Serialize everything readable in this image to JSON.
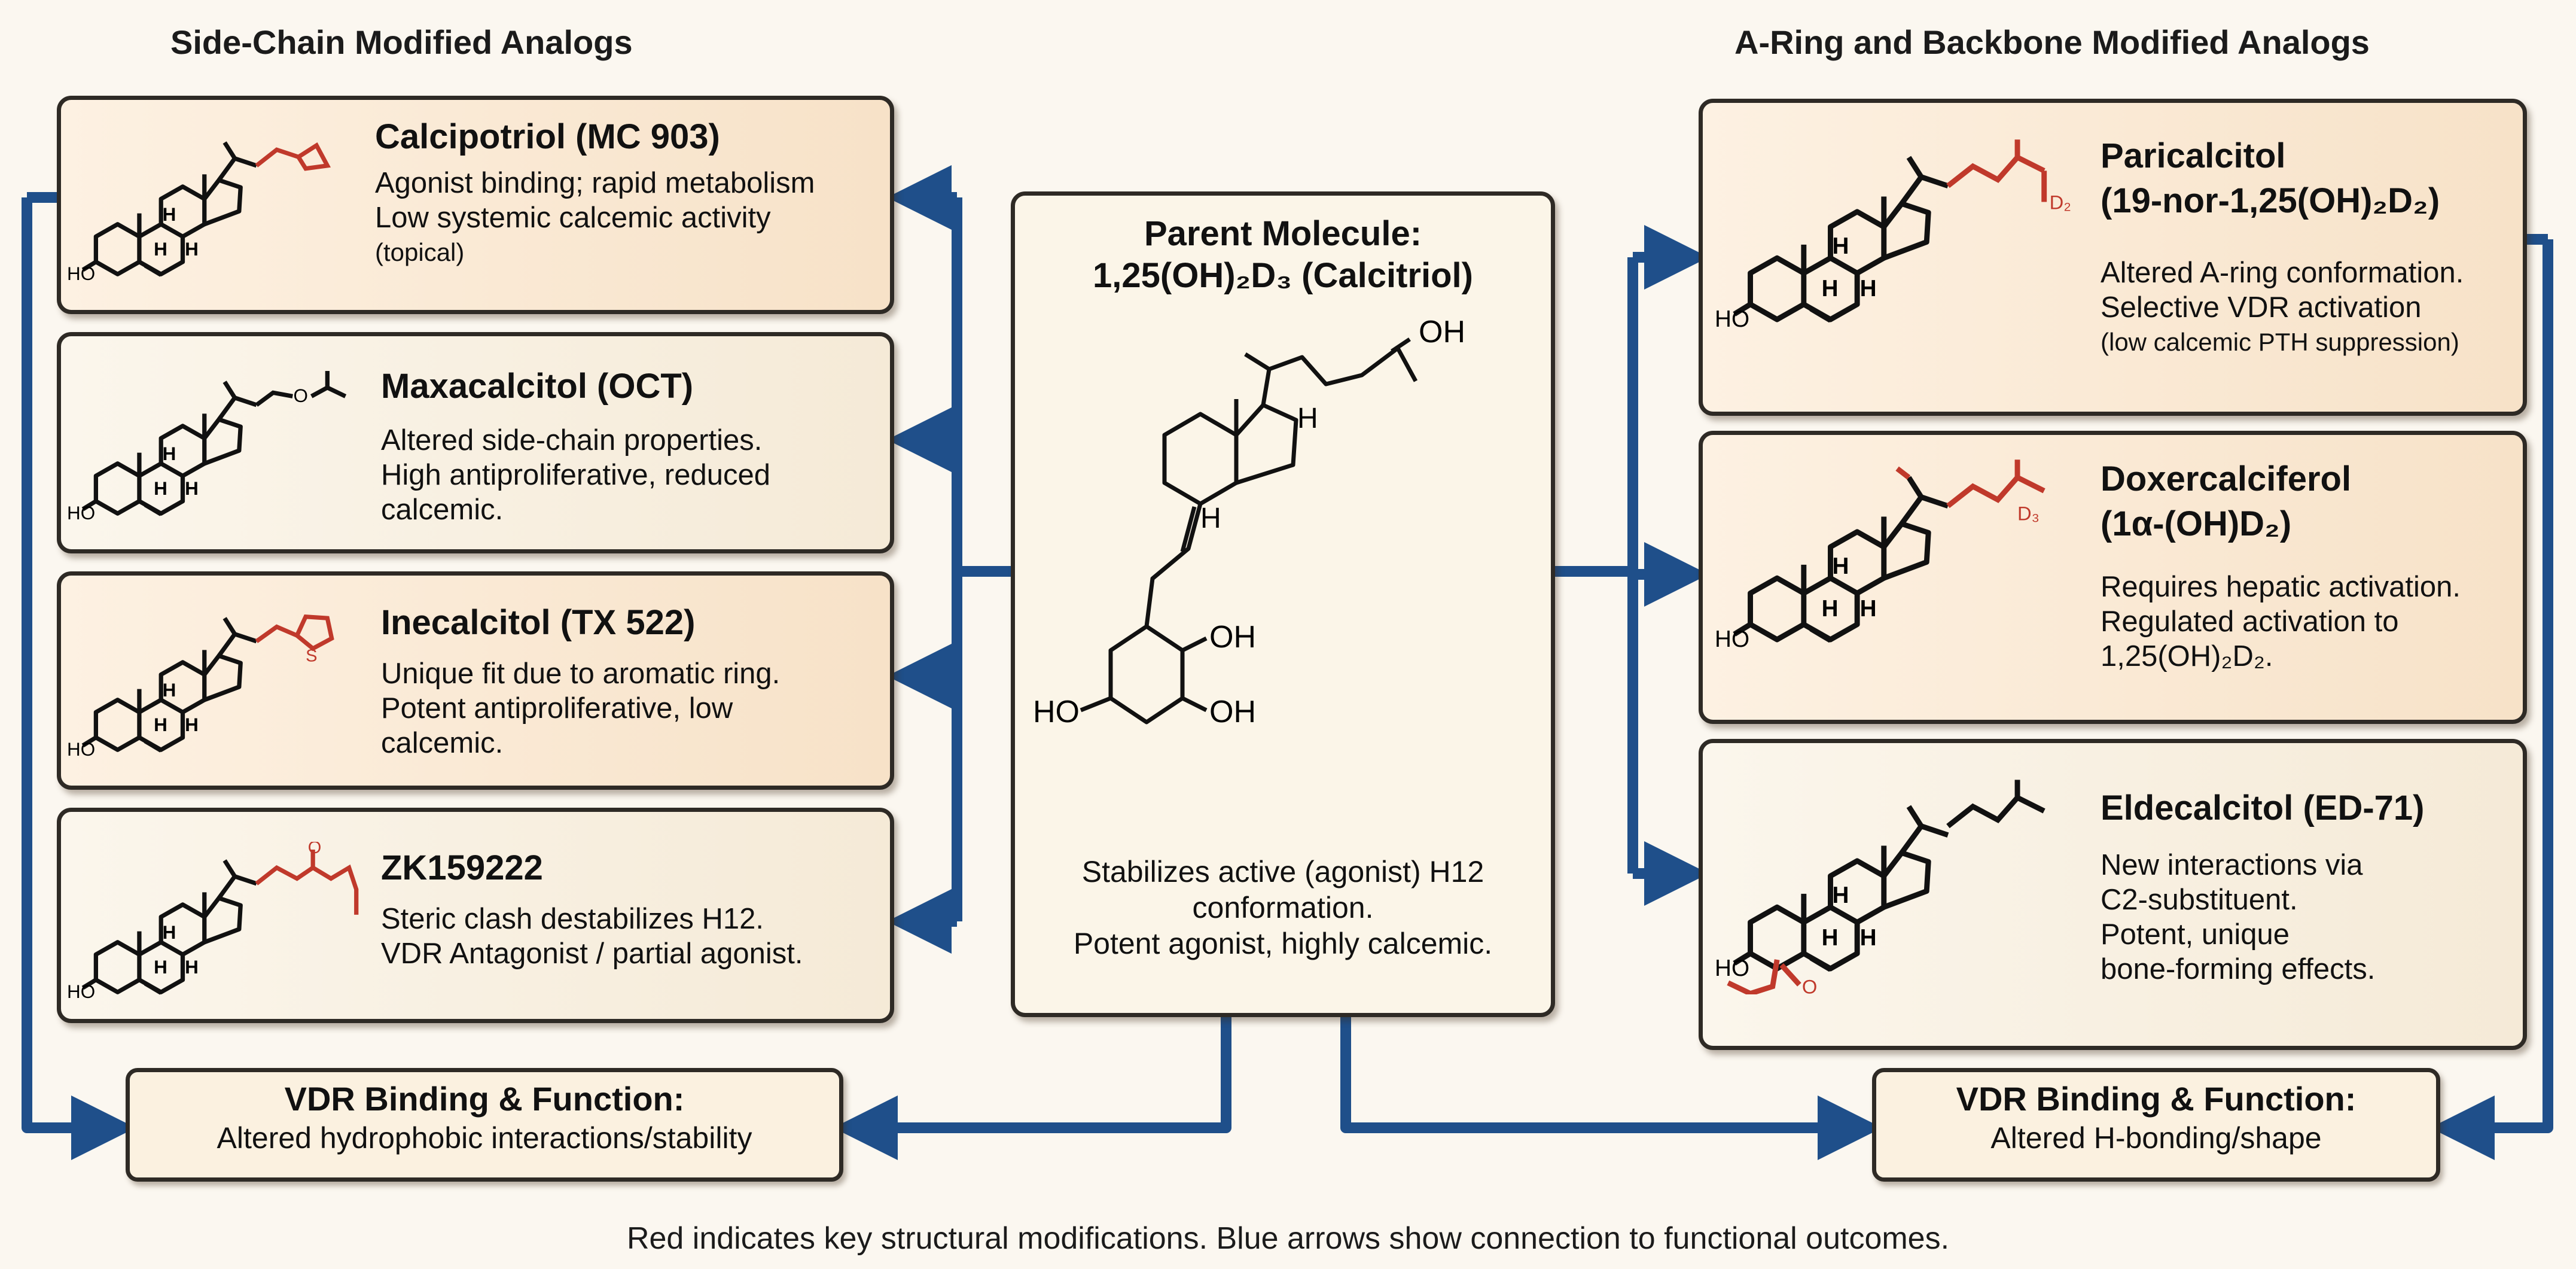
{
  "headings": {
    "left": "Side-Chain Modified Analogs",
    "right": "A-Ring and Backbone Modified Analogs"
  },
  "parent": {
    "title_line1": "Parent Molecule:",
    "title_line2": "1,25(OH)₂D₃ (Calcitriol)",
    "desc_lines": [
      "Stabilizes active (agonist) H12",
      "conformation.",
      "Potent agonist, highly calcemic."
    ]
  },
  "left_analogs": [
    {
      "name": "Calcipotriol (MC 903)",
      "desc_lines": [
        "Agonist binding; rapid metabolism",
        "Low systemic calcemic activity",
        "(topical)"
      ]
    },
    {
      "name": "Maxacalcitol (OCT)",
      "desc_lines": [
        "Altered side-chain properties.",
        "High antiproliferative, reduced",
        "calcemic."
      ]
    },
    {
      "name": "Inecalcitol (TX 522)",
      "desc_lines": [
        "Unique fit due to aromatic ring.",
        "Potent antiproliferative, low",
        "calcemic."
      ]
    },
    {
      "name": "ZK159222",
      "desc_lines": [
        "Steric clash destabilizes H12.",
        "VDR Antagonist / partial agonist."
      ]
    }
  ],
  "right_analogs": [
    {
      "name_line1": "Paricalcitol",
      "name_line2": "(19-nor-1,25(OH)₂D₂)",
      "desc_lines": [
        "Altered A-ring conformation.",
        "Selective VDR activation",
        "(low calcemic PTH suppression)"
      ]
    },
    {
      "name_line1": "Doxercalciferol",
      "name_line2": "(1α-(OH)D₂)",
      "desc_lines": [
        "Requires hepatic activation.",
        "Regulated activation to",
        "1,25(OH)₂D₂."
      ]
    },
    {
      "name_line1": "Eldecalcitol (ED-71)",
      "name_line2": "",
      "desc_lines": [
        "New interactions via",
        "C2-substituent.",
        "Potent, unique",
        "bone-forming effects."
      ]
    }
  ],
  "outcomes": {
    "left": {
      "title": "VDR Binding & Function:",
      "subtitle": "Altered hydrophobic interactions/stability"
    },
    "right": {
      "title": "VDR Binding & Function:",
      "subtitle": "Altered H-bonding/shape"
    }
  },
  "atom_labels": {
    "oh": "OH",
    "ho": "HO",
    "h": "H",
    "d2": "D₂",
    "d3": "D₃",
    "s": "S",
    "o": "O"
  },
  "footer": "Red indicates key structural modifications. Blue arrows show connection to functional outcomes.",
  "colors": {
    "arrow": "#1f4f8a",
    "modification": "#c0392b",
    "card_border": "#2e2a25"
  }
}
